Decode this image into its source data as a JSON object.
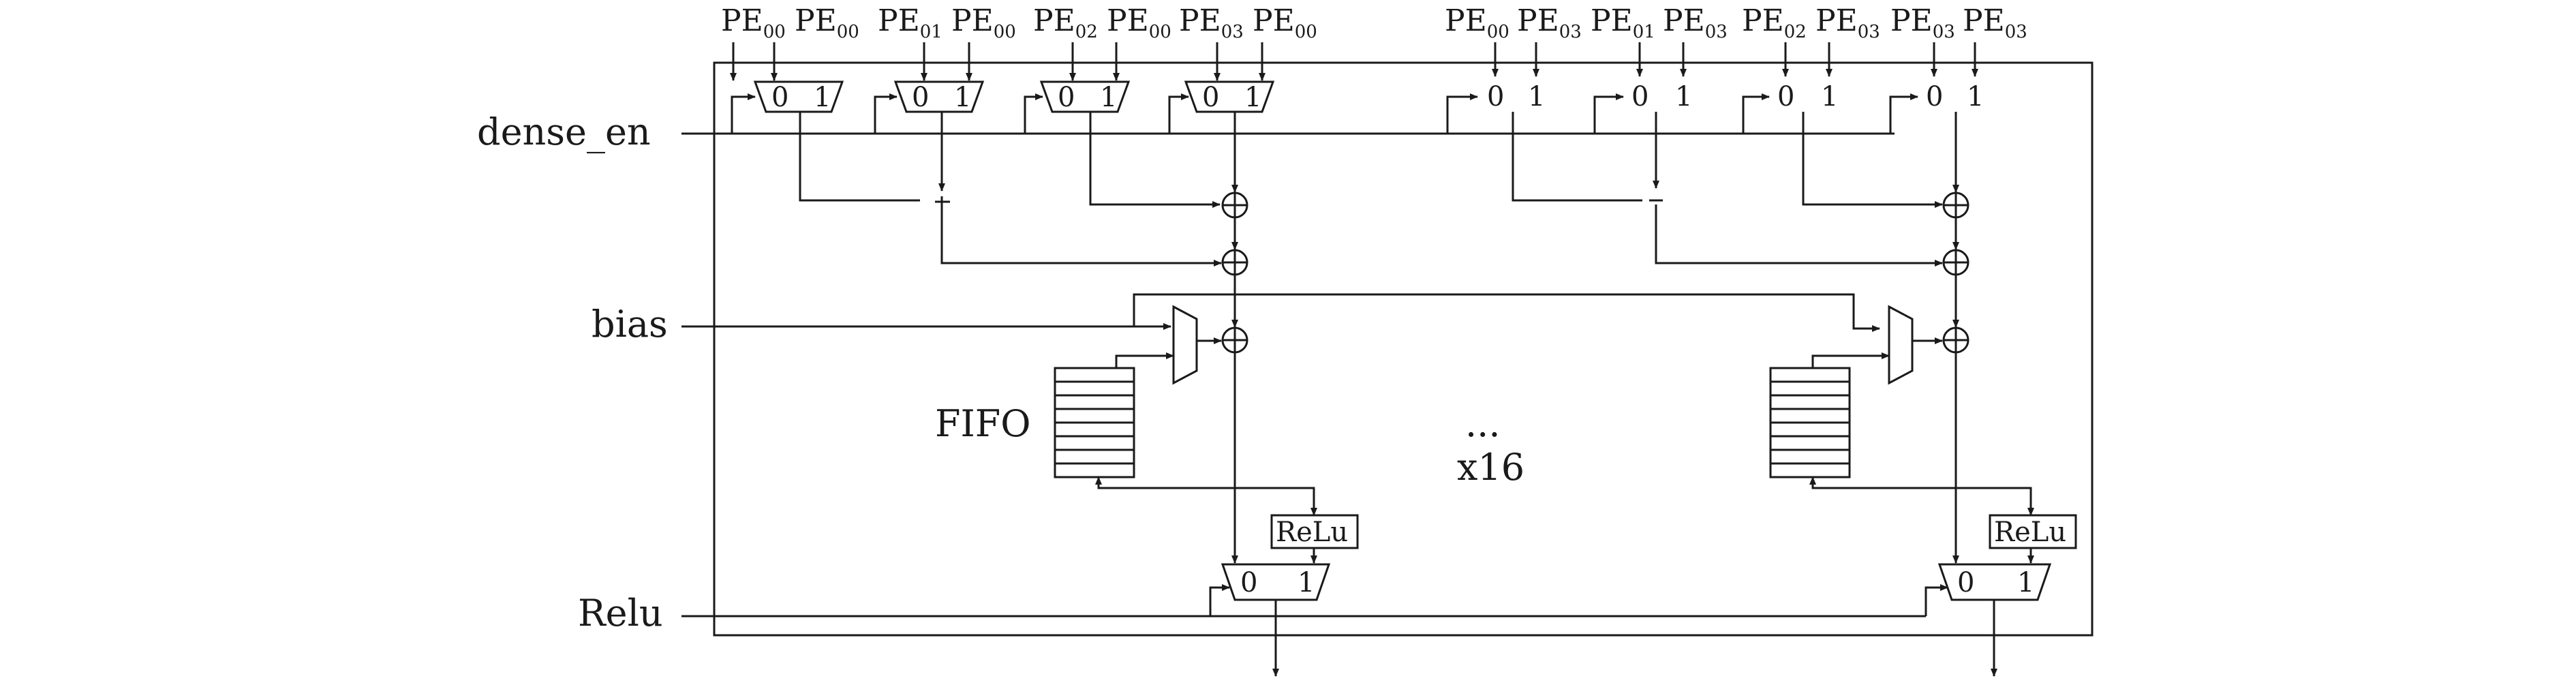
{
  "inputs": {
    "dense_en": "dense_en",
    "bias": "bias",
    "relu": "Relu"
  },
  "top_labels": {
    "group1": [
      {
        "base": "PE",
        "sub": "00"
      },
      {
        "base": "PE",
        "sub": "00"
      },
      {
        "base": "PE",
        "sub": "01"
      },
      {
        "base": "PE",
        "sub": "00"
      },
      {
        "base": "PE",
        "sub": "02"
      },
      {
        "base": "PE",
        "sub": "00"
      },
      {
        "base": "PE",
        "sub": "03"
      },
      {
        "base": "PE",
        "sub": "00"
      }
    ],
    "group2": [
      {
        "base": "PE",
        "sub": "00"
      },
      {
        "base": "PE",
        "sub": "03"
      },
      {
        "base": "PE",
        "sub": "01"
      },
      {
        "base": "PE",
        "sub": "03"
      },
      {
        "base": "PE",
        "sub": "02"
      },
      {
        "base": "PE",
        "sub": "03"
      },
      {
        "base": "PE",
        "sub": "03"
      },
      {
        "base": "PE",
        "sub": "03"
      }
    ]
  },
  "mux_inputs": {
    "zero": "0",
    "one": "1"
  },
  "fifo_label": "FIFO",
  "relu_block": "ReLu",
  "ellipsis": "...",
  "repeat_label": "x16"
}
